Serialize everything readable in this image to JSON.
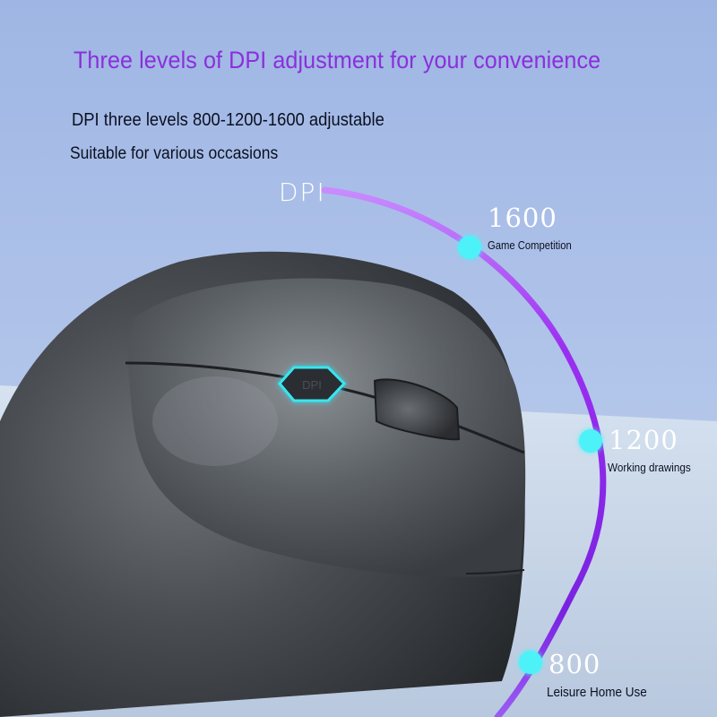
{
  "header": {
    "title": "Three levels of DPI adjustment for your convenience",
    "line1": "DPI three levels 800-1200-1600 adjustable",
    "line2": "Suitable for various occasions"
  },
  "indicator": {
    "label": "DPI",
    "button_text": "DPI",
    "levels": [
      {
        "value": "1600",
        "caption": "Game Competition"
      },
      {
        "value": "1200",
        "caption": "Working drawings"
      },
      {
        "value": "800",
        "caption": "Leisure Home Use"
      }
    ]
  },
  "colors": {
    "accent_purple": "#8b2fdc",
    "arc_purple": "#9a2ef0",
    "dot_cyan": "#4df2f8",
    "bg_blue": "#a9bfe6",
    "mouse_dark": "#3a3d41"
  },
  "icons": {
    "product": "vertical-ergonomic-mouse",
    "level_marker": "cyan-dot-icon"
  }
}
